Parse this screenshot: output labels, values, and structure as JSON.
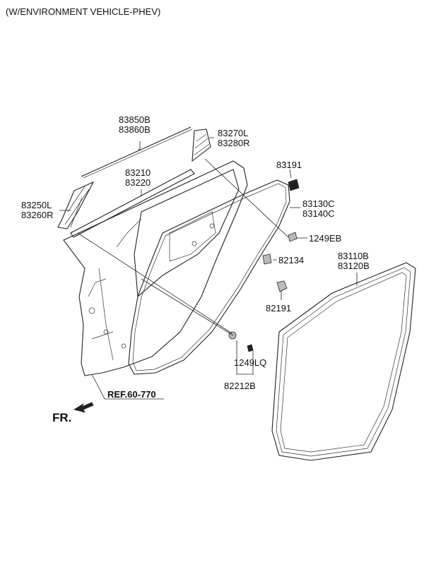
{
  "header": {
    "note": "(W/ENVIRONMENT VEHICLE-PHEV)"
  },
  "labels": {
    "p83850B": "83850B",
    "p83860B": "83860B",
    "p83270L": "83270L",
    "p83280R": "83280R",
    "p83210": "83210",
    "p83220": "83220",
    "p83191": "83191",
    "p83250L": "83250L",
    "p83260R": "83260R",
    "p83130C": "83130C",
    "p83140C": "83140C",
    "p1249EB": "1249EB",
    "p82134": "82134",
    "p83110B": "83110B",
    "p83120B": "83120B",
    "p82191": "82191",
    "p1249LQ": "1249LQ",
    "p82212B": "82212B"
  },
  "reference": "REF.60-770",
  "direction": "FR."
}
